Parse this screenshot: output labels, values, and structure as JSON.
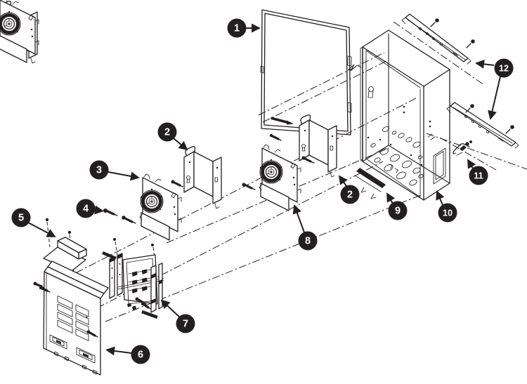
{
  "diagram": {
    "kind": "exploded-parts-diagram",
    "background_color": "#ffffff",
    "line_color": "#231f20",
    "badge_fill_color": "#231f20",
    "badge_text_color": "#ffffff",
    "callouts": [
      {
        "label": "1"
      },
      {
        "label": "2"
      },
      {
        "label": "3"
      },
      {
        "label": "4"
      },
      {
        "label": "5"
      },
      {
        "label": "6"
      },
      {
        "label": "7"
      },
      {
        "label": "8"
      },
      {
        "label": "2"
      },
      {
        "label": "9"
      },
      {
        "label": "10"
      },
      {
        "label": "11"
      },
      {
        "label": "12"
      }
    ]
  }
}
